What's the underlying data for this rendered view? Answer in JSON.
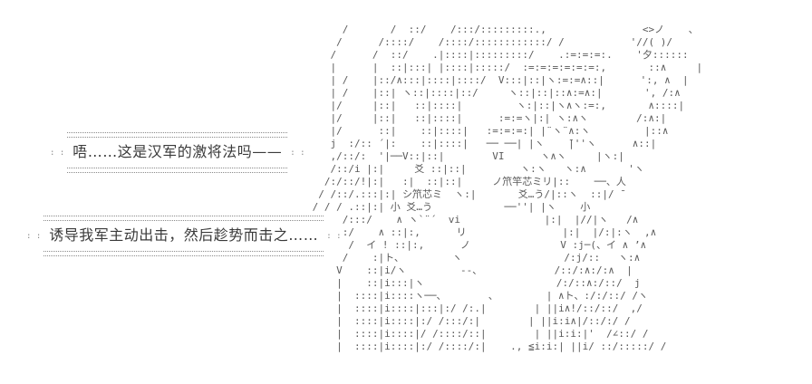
{
  "scene": {
    "type": "ascii-art visual novel frame",
    "background_color": "#ffffff",
    "dialogue_text_color": "#3a3a3a",
    "art_color": "#5a5a5a",
    "dotted_border_color": "#8a8a8a"
  },
  "dialogue": {
    "line1": {
      "corner_left": ": :",
      "text": "唔……这是汉军的激将法吗——",
      "corner_right": ": :"
    },
    "line2": {
      "corner_left": ": :",
      "text": "诱导我军主动出击，然后趁势而击之……",
      "corner_right": ": :"
    }
  },
  "ascii_art_lines": [
    "      /       /  ::/    /:::/:::::::::.,                <>ノ    、",
    "     /      /::::/    /::::/::::::::::::/ /           '//( )/",
    "    /      /  ::/    .|::::|:::::::::/    .:=:=:=:.    '夕::::::",
    "    |      |  ::|:::| |::::|:::::/  :=:=:=:=:=:=:,       ::∧     |",
    "    | /    |::/∧:::|::::|::::/  V:::|::|ヽ:=:=∧::|      ':, ∧  |",
    "    | /    |::| ヽ::|::::|::/     ヽ::|::|::∧:=∧:|       ', /:∧",
    "    |/     |::|   ::|::::|         ヽ:|::|ヽ∧ヽ:=:,       ∧::::|",
    "    |/     |::|   ::|::::|      :=:=ヽ|:| ヽ:∧ヽ        /:∧:|",
    "    |/      ::|    ::|::::|   :=:=:=:| |¨ヽ¨∧:ヽ         |::∧",
    "    j  :/:: ´|:    ::|::::|   ── ──| |ヽ    ̄|''ヽ      ∧::|",
    "    ,/::/:  '|──V::|::|        VI      ヽ∧ヽ     |ヽ:|",
    "    /::/i |:|     爻 ::|::|         ヽ:ヽ   ヽ:∧       'ヽ",
    "   /:/::/!|:|   :|  ::|::|     ノ笊竿芯ミリ|::    ──、人",
    "  / /::/.:::|:| シ笊芯ミ  ヽ:|       爻…う/|::ヽ  ::|/ ̄",
    " / / / .::|:| 小 爻…う            ──''| |ヽ    小",
    "      /:::/    ∧ ヽ`¨´  vi              |:|  |//|ヽ   /∧",
    "     ::/    ∧ ::|:,      リ                |:|  |/:|:ヽ  ,∧",
    "       /  イ ! ::|:,      ノ               V :j─(、イ ∧ ’∧",
    "      /    :|ト、        ヽ                 /:j/::   ヽ:∧",
    "     V    ::|i/ヽ         --、            /::/:∧:/:∧  |",
    "     |    ::|i:::|ヽ                      /:/::∧:/::/  j",
    "     |  ::::|i::::ヽ──、       、        | ∧ト、:/:/::/ /ヽ",
    "     |  ::::|i::::|:::|:/ /:.|        | ||i∧!/::/::/  ,/",
    "     |  ::::|i::::|:/ /:::/:|        | ||i:i∧|/::/:/ /",
    "     |  ::::|i::::|/ /::::/::|        | ||i:i:|'  /∠::/ /",
    "     |  ::::|i::::|:/ /::::/:|    ., ≦i:i:| ||i/ ::/:::::/ /"
  ]
}
